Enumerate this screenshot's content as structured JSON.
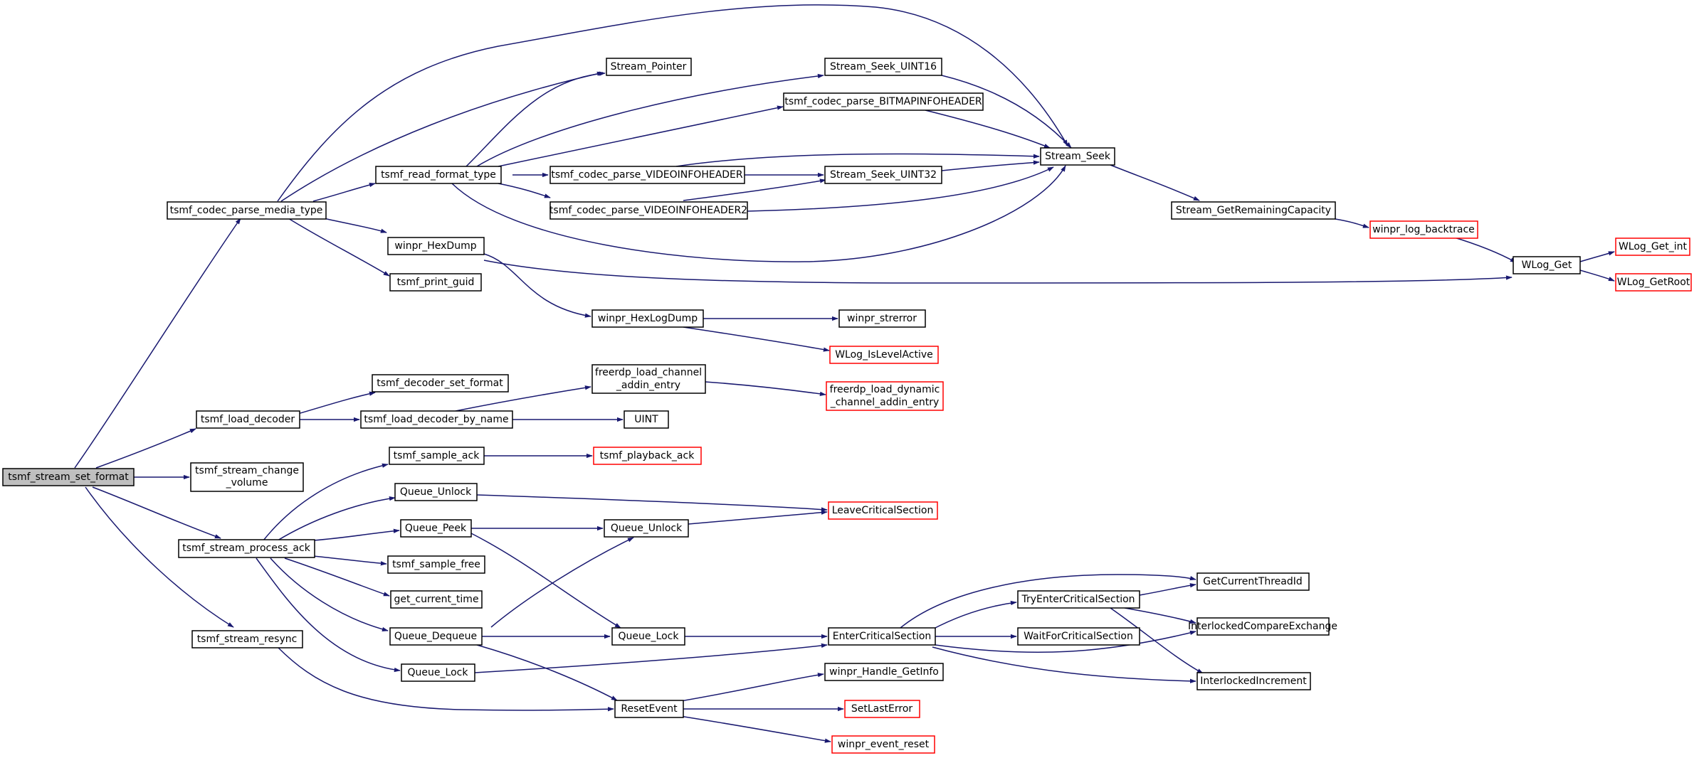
{
  "graph": {
    "edge_color": "#191970",
    "root_fill": "#bfbfbf",
    "truncated_border": "#ff0000",
    "nodes": {
      "tsmf_stream_set_format": "tsmf_stream_set_format",
      "tsmf_codec_parse_media_type": "tsmf_codec_parse_media_type",
      "tsmf_load_decoder": "tsmf_load_decoder",
      "tsmf_stream_change_volume_1": "tsmf_stream_change",
      "tsmf_stream_change_volume_2": "_volume",
      "tsmf_stream_process_ack": "tsmf_stream_process_ack",
      "tsmf_stream_resync": "tsmf_stream_resync",
      "tsmf_read_format_type": "tsmf_read_format_type",
      "stream_pointer": "Stream_Pointer",
      "winpr_hexdump": "winpr_HexDump",
      "tsmf_print_guid": "tsmf_print_guid",
      "stream_seek_uint16": "Stream_Seek_UINT16",
      "bitmapinfoheader": "tsmf_codec_parse_BITMAPINFOHEADER",
      "videoinfoheader": "tsmf_codec_parse_VIDEOINFOHEADER",
      "videoinfoheader2": "tsmf_codec_parse_VIDEOINFOHEADER2",
      "stream_seek_uint32": "Stream_Seek_UINT32",
      "stream_seek": "Stream_Seek",
      "stream_getremainingcapacity": "Stream_GetRemainingCapacity",
      "winpr_log_backtrace": "winpr_log_backtrace",
      "wlog_get": "WLog_Get",
      "wlog_get_int": "WLog_Get_int",
      "wlog_getroot": "WLog_GetRoot",
      "winpr_hexlogdump": "winpr_HexLogDump",
      "winpr_strerror": "winpr_strerror",
      "wlog_islevelactive": "WLog_IsLevelActive",
      "tsmf_decoder_set_format": "tsmf_decoder_set_format",
      "tsmf_load_decoder_by_name": "tsmf_load_decoder_by_name",
      "freerdp_load_channel_1": "freerdp_load_channel",
      "freerdp_load_channel_2": "_addin_entry",
      "freerdp_load_dynamic_1": "freerdp_load_dynamic",
      "freerdp_load_dynamic_2": "_channel_addin_entry",
      "uint": "UINT",
      "tsmf_sample_ack": "tsmf_sample_ack",
      "tsmf_playback_ack": "tsmf_playback_ack",
      "queue_unlock_a": "Queue_Unlock",
      "queue_peek": "Queue_Peek",
      "queue_unlock_b": "Queue_Unlock",
      "leavecriticalsection": "LeaveCriticalSection",
      "tsmf_sample_free": "tsmf_sample_free",
      "get_current_time": "get_current_time",
      "queue_dequeue": "Queue_Dequeue",
      "queue_lock_a": "Queue_Lock",
      "queue_lock_b": "Queue_Lock",
      "entercriticalsection": "EnterCriticalSection",
      "tryentercriticalsection": "TryEnterCriticalSection",
      "waitforcriticalsection": "WaitForCriticalSection",
      "getcurrentthreadid": "GetCurrentThreadId",
      "interlockedcompareexchange": "InterlockedCompareExchange",
      "interlockedincrement": "InterlockedIncrement",
      "resetevent": "ResetEvent",
      "winpr_handle_getinfo": "winpr_Handle_GetInfo",
      "setlasterror": "SetLastError",
      "winpr_event_reset": "winpr_event_reset"
    }
  }
}
